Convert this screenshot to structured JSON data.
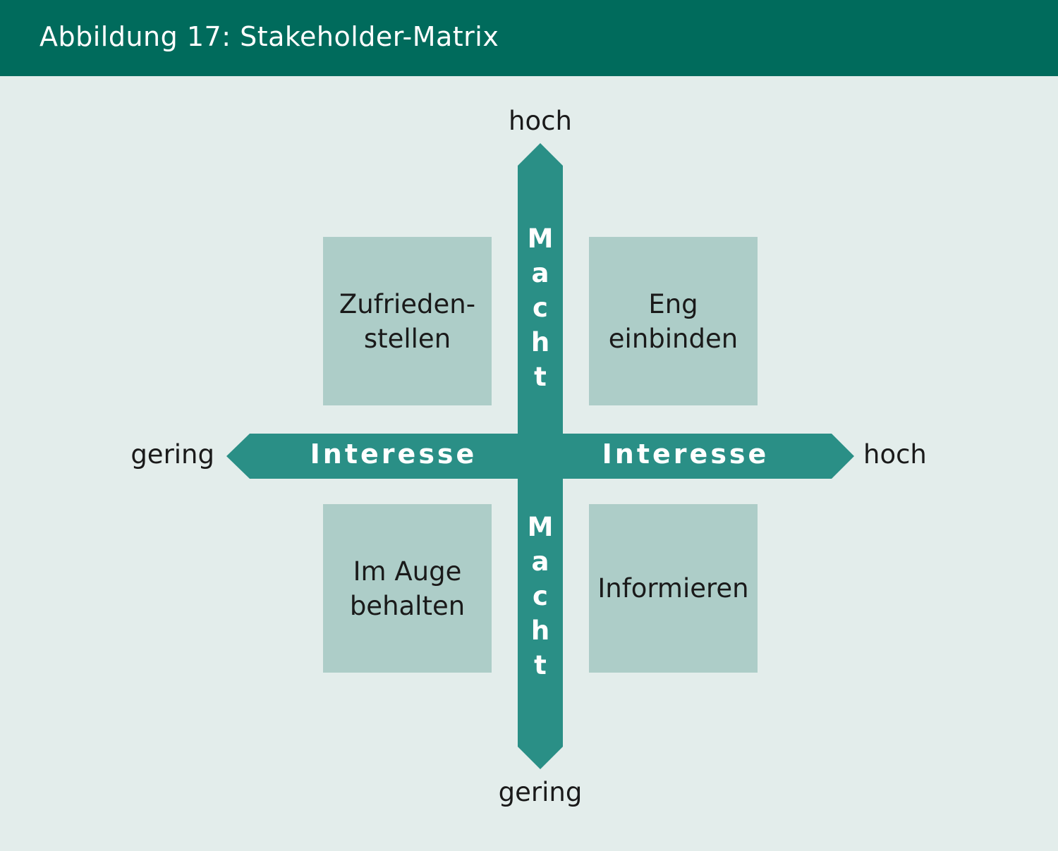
{
  "header": {
    "title": "Abbildung 17: Stakeholder-Matrix"
  },
  "axes": {
    "vertical": {
      "label": "Macht",
      "label_letters": [
        "M",
        "a",
        "c",
        "h",
        "t"
      ],
      "top_end": "hoch",
      "bottom_end": "gering"
    },
    "horizontal": {
      "label": "Interesse",
      "left_end": "gering",
      "right_end": "hoch"
    }
  },
  "quadrants": {
    "top_left": "Zufrieden-\nstellen",
    "top_right": "Eng\neinbinden",
    "bottom_left": "Im Auge\nbehalten",
    "bottom_right": "Informieren"
  },
  "colors": {
    "header_bg": "#006b5c",
    "page_bg": "#e3edeb",
    "arrow": "#2a8f86",
    "quadrant": "#adcdc8",
    "text": "#1a1a1a"
  }
}
